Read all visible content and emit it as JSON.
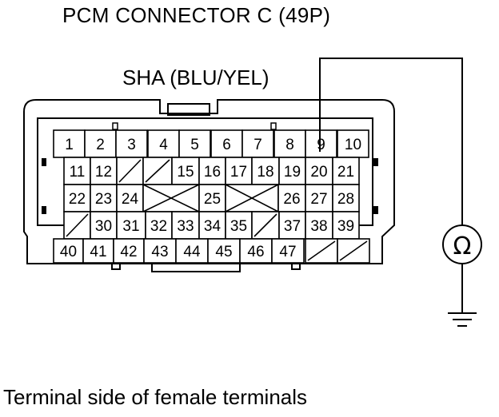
{
  "title": "PCM CONNECTOR C (49P)",
  "wire_label": "SHA (BLU/YEL)",
  "caption": "Terminal side of female terminals",
  "meter_symbol": "Ω",
  "connector": {
    "rows": [
      [
        "1",
        "2",
        "3",
        "4",
        "5",
        "6",
        "7",
        "8",
        "9",
        "10"
      ],
      [
        "11",
        "12",
        "",
        "",
        "15",
        "16",
        "17",
        "18",
        "19",
        "20",
        "21"
      ],
      [
        "22",
        "23",
        "24",
        "",
        "25",
        "",
        "26",
        "27",
        "28"
      ],
      [
        "",
        "30",
        "31",
        "32",
        "33",
        "34",
        "35",
        "",
        "37",
        "38",
        "39"
      ],
      [
        "40",
        "41",
        "42",
        "43",
        "44",
        "45",
        "46",
        "47",
        "",
        ""
      ]
    ]
  },
  "icons": [
    "ohmmeter-icon",
    "ground-icon"
  ]
}
